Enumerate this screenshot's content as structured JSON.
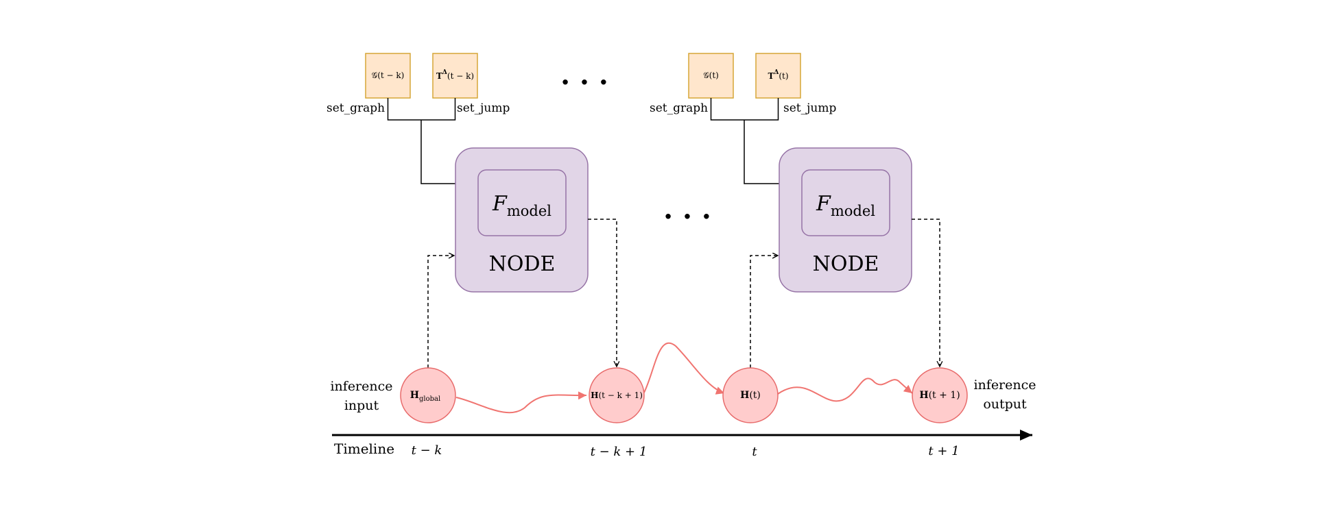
{
  "inputs_left": {
    "graph_box": {
      "main": "𝒢(t − k)"
    },
    "jump_box": {
      "main": "T",
      "sup": "Δ",
      "tail": "(t − k)"
    },
    "graph_label": "set_graph",
    "jump_label": "set_jump"
  },
  "inputs_right": {
    "graph_box": {
      "main": "𝒢(t)"
    },
    "jump_box": {
      "main": "T",
      "sup": "Δ",
      "tail": "(t)"
    },
    "graph_label": "set_graph",
    "jump_label": "set_jump"
  },
  "ellipsis_top": "· · ·",
  "ellipsis_middle": "· · ·",
  "node_left": {
    "f_main": "F",
    "f_sub": "model",
    "title": "NODE"
  },
  "node_right": {
    "f_main": "F",
    "f_sub": "model",
    "title": "NODE"
  },
  "states": {
    "h_global": {
      "main": "H",
      "sub": "global"
    },
    "h_t_k_1": {
      "main": "H",
      "tail": "(t − k + 1)"
    },
    "h_t": {
      "main": "H",
      "tail": "(t)"
    },
    "h_t_1": {
      "main": "H",
      "tail": "(t + 1)"
    }
  },
  "inference_input": {
    "line1": "inference",
    "line2": "input"
  },
  "inference_output": {
    "line1": "inference",
    "line2": "output"
  },
  "timeline": {
    "label": "Timeline",
    "ticks": [
      "t − k",
      "t − k + 1",
      "t",
      "t + 1"
    ]
  },
  "colors": {
    "input_fill": "#ffe6cc",
    "input_stroke": "#d6a636",
    "node_fill": "#e1d5e7",
    "node_stroke": "#9673a6",
    "state_fill": "#ffcccc",
    "state_stroke": "#e86b6b",
    "flow_stroke": "#f07470"
  }
}
